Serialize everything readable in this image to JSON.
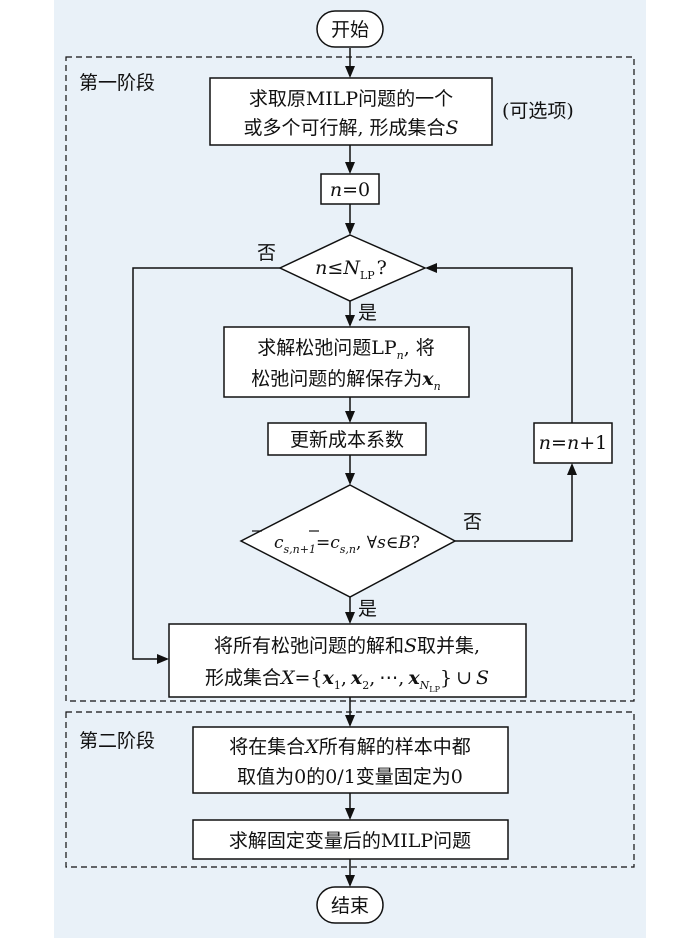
{
  "diagram": {
    "start": "开始",
    "end": "结束",
    "stage1_label": "第一阶段",
    "stage2_label": "第二阶段",
    "step1_line1": "求取原MILP问题的一个",
    "step1_line2_a": "或多个可行解, 形成集合",
    "step1_line2_var": "S",
    "optional": "(可选项)",
    "init_var": "n",
    "init_rest": "=0",
    "cond1_var": "n",
    "cond1_op": "≤",
    "cond1_N": "N",
    "cond1_sub": "LP",
    "cond1_q": "?",
    "no": "否",
    "yes": "是",
    "solve_line1_a": "求解松弛问题LP",
    "solve_line1_sub": "n",
    "solve_line1_b": ", 将",
    "solve_line2_a": "松弛问题的解保存为",
    "solve_line2_x": "x",
    "solve_line2_sub": "n",
    "update_cost": "更新成本系数",
    "incr_a": "n",
    "incr_b": "=",
    "incr_c": "n",
    "incr_d": "+1",
    "cond2_c1": "c",
    "cond2_sub1": "s,n+1",
    "cond2_eq": "=",
    "cond2_c2": "c",
    "cond2_sub2": "s,n",
    "cond2_mid": ", ∀",
    "cond2_s": "s",
    "cond2_in": "∈",
    "cond2_B": "B",
    "cond2_q": "?",
    "union_line1_a": "将所有松弛问题的解和",
    "union_line1_var": "S",
    "union_line1_b": "取并集,",
    "union_line2_a": "形成集合",
    "union_line2_X": "X",
    "union_line2_eq": "={",
    "union_x": "x",
    "union_sub1": "1",
    "union_sub2": "2",
    "union_dots": "⋯",
    "union_subN": "N",
    "union_subLP": "LP",
    "union_close": "}",
    "union_cup": "∪",
    "union_S": "S",
    "comma": ",",
    "fix_line1_a": "将在集合",
    "fix_line1_X": "X",
    "fix_line1_b": "所有解的样本中都",
    "fix_line2": "取值为0的0/1变量固定为0",
    "final_solve": "求解固定变量后的MILP问题"
  },
  "colors": {
    "panel_bg": "#e9f1f8",
    "line": "#111111",
    "box_fill": "#ffffff"
  }
}
